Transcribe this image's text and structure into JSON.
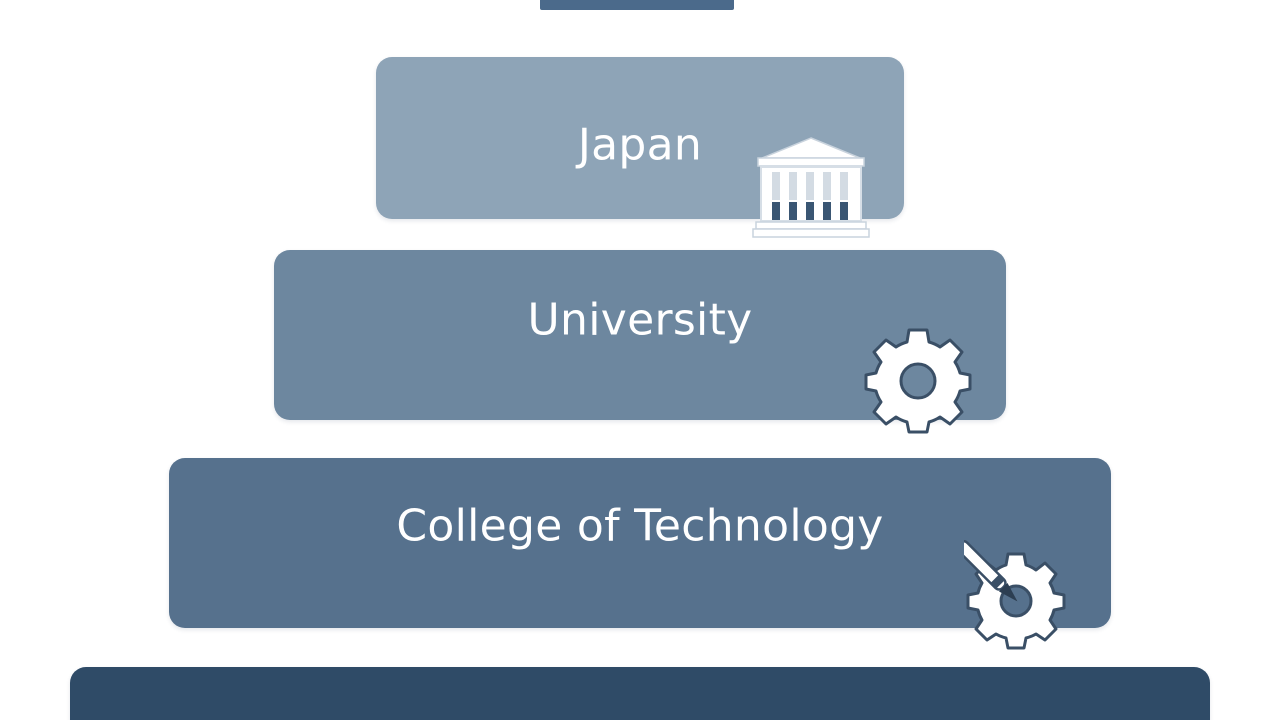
{
  "tiers": [
    {
      "label": "Japan",
      "icon": "building-icon"
    },
    {
      "label": "University",
      "icon": "gear-icon"
    },
    {
      "label": "College of Technology",
      "icon": "gear-pen-icon"
    },
    {
      "label": ""
    }
  ],
  "colors": {
    "top_cap": "#4b6a8b",
    "tier_1": "#8ea4b7",
    "tier_2": "#6d879f",
    "tier_3": "#56718d",
    "tier_4": "#2f4b67",
    "text": "#ffffff"
  }
}
